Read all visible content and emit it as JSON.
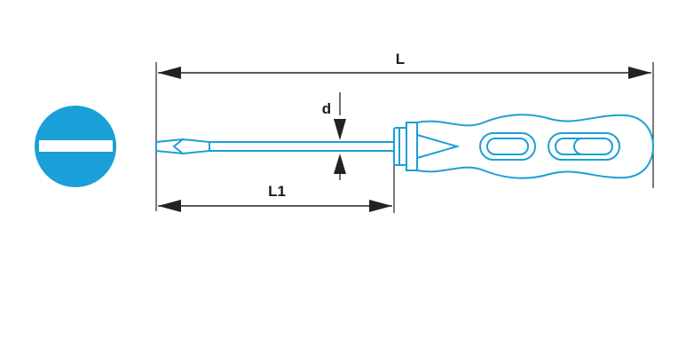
{
  "diagram": {
    "labels": {
      "overall_length": "L",
      "blade_length": "L1",
      "diameter": "d"
    },
    "icon": "slotted-screwdriver-tip-icon",
    "colors": {
      "icon_fill": "#1a9fd8",
      "handle_stroke": "#1d9fd5",
      "blade_stroke": "#1d9fd5",
      "dimension_lines": "#222222"
    }
  }
}
